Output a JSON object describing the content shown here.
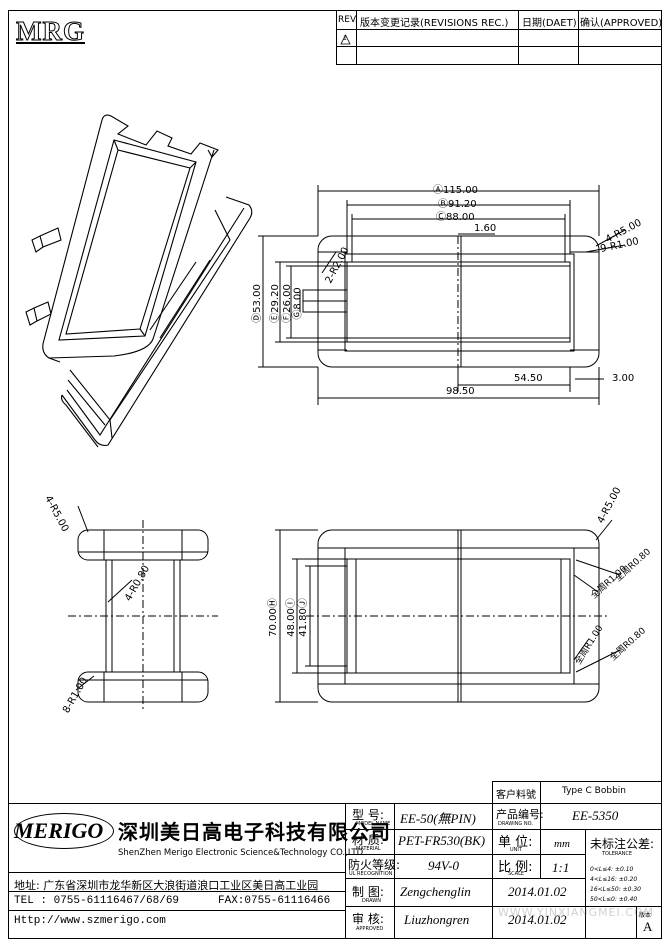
{
  "header": {
    "logo": "MRG",
    "rev_label": "REV.",
    "rev_col": "版本变更记录(REVISIONS REC.)",
    "date_col": "日期(DAET)",
    "approve_col": "确认(APPROVED)",
    "rev_symbol": "1"
  },
  "top_view": {
    "dim_a": "Ⓐ115.00",
    "dim_b": "Ⓑ91.20",
    "dim_c": "Ⓒ88.00",
    "dim_slot": "1.60",
    "dim_r5": "4-R5.00",
    "dim_r1": "9-R1.00",
    "dim_2r": "2-R2.00",
    "dim_d": "Ⓓ53.00",
    "dim_e": "Ⓔ29.20",
    "dim_f": "Ⓕ26.00",
    "dim_g": "Ⓖ8.00",
    "dim_5450": "54.50",
    "dim_300": "3.00",
    "dim_9850": "98.50"
  },
  "end_view": {
    "r5": "4-R5.00",
    "r080": "4-R0.80",
    "r100": "8-R1.00"
  },
  "side_view": {
    "r5": "4-R5.00",
    "all_r080_a": "全周R0.80",
    "all_r100_a": "全周R1.00",
    "all_r100_b": "全周R1.00",
    "all_r080_b": "全周R0.80",
    "dim_70": "70.00",
    "dim_48": "48.00",
    "dim_4180": "41.80",
    "sym_70": "Ⓗ",
    "sym_48": "Ⓘ",
    "sym_4180": "Ⓙ"
  },
  "title_block": {
    "customer_part_label": "客户料號",
    "customer_part": "Type C Bobbin",
    "model_label": "型  号:",
    "model_label_en": "MODEL NAME",
    "model": "EE-50(無PIN)",
    "drawing_no_label": "产品编号:",
    "drawing_no_label_en": "DRAWING NO.",
    "drawing_no": "EE-5350",
    "material_label": "材  质:",
    "material_label_en": "MATERIAL",
    "material": "PET-FR530(BK)",
    "unit_label": "单  位:",
    "unit_label_en": "UNIT",
    "unit": "mm",
    "tolerance_label": "未标注公差:",
    "tolerance_label_en": "TOLERANCE",
    "flame_label": "防火等级:",
    "flame_label_en": "UL RECOGNITION",
    "flame": "94V-0",
    "scale_label": "比  例:",
    "scale_label_en": "SCALE",
    "scale": "1:1",
    "drawn_label": "制  图:",
    "drawn_label_en": "DRAWN",
    "drawn": "Zengchenglin",
    "drawn_date": "2014.01.02",
    "approved_label": "审  核:",
    "approved_label_en": "APPROVED",
    "approved": "Liuzhongren",
    "approved_date": "2014.01.02",
    "tol_1": "0<L≤4:   ±0.10",
    "tol_2": "4<L≤16:  ±0.20",
    "tol_3": "16<L≤50: ±0.30",
    "tol_4": "50<L≤0:  ±0.40",
    "version_label": "版本",
    "version": "A",
    "company_logo": "MERIGO",
    "company_cn": "深圳美日高电子科技有限公司",
    "company_en": "ShenZhen Merigo Electronic Science&Technology CO.,LTD",
    "address": "地址: 广东省深圳市龙华新区大浪街道浪口工业区美日高工业园",
    "tel": "TEL : 0755-61116467/68/69",
    "fax": "FAX:0755-61116466",
    "web": "Http://www.szmerigo.com",
    "watermark": "WWW.YINXIANGMEI.COM"
  }
}
